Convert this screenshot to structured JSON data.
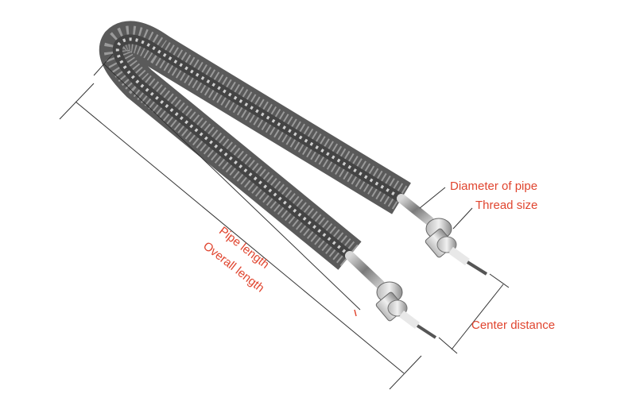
{
  "annotations": {
    "diameter_of_pipe": "Diameter of pipe",
    "thread_size": "Thread size",
    "pipe_length": "Pipe length",
    "overall_length": "Overall length",
    "center_distance": "Center distance"
  },
  "colors": {
    "accent": "#e0452f",
    "dimension_line": "#333333",
    "metal": "#8a8a8a",
    "background": "#ffffff"
  }
}
